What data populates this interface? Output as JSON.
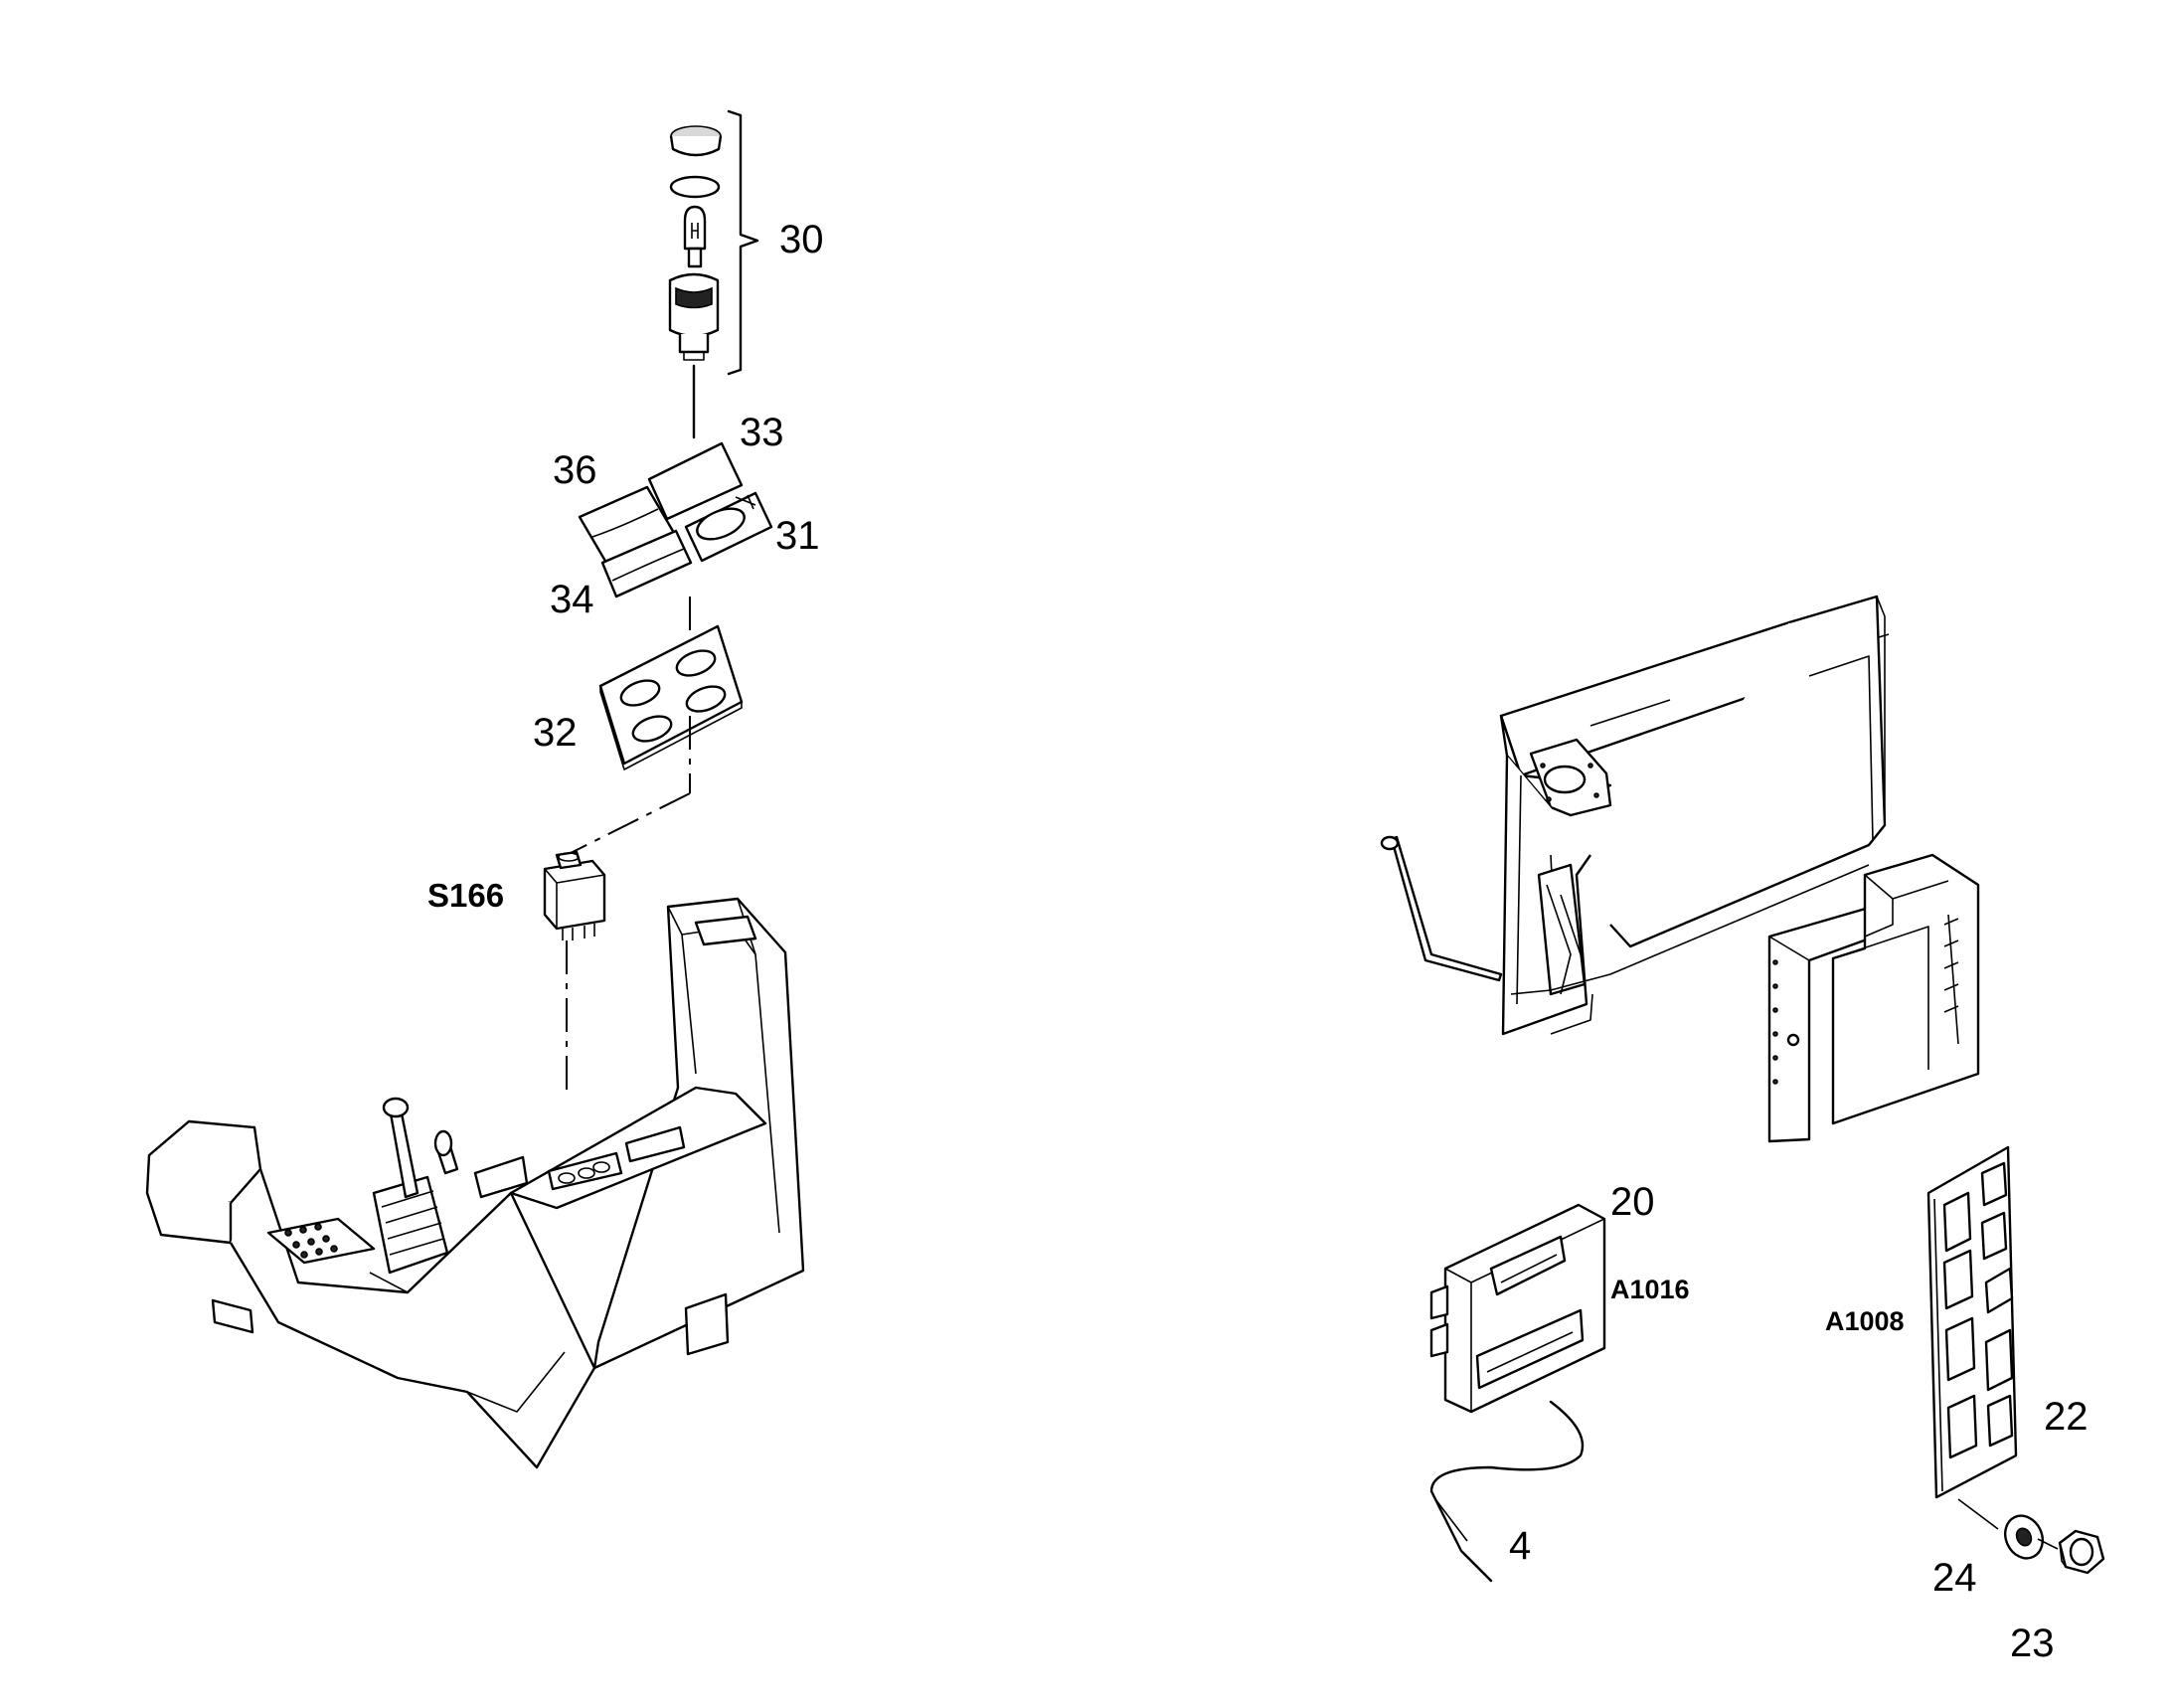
{
  "labels": {
    "p30": "30",
    "p33": "33",
    "p36": "36",
    "p31": "31",
    "p34": "34",
    "p32": "32",
    "s166": "S166",
    "p20": "20",
    "a1016": "A1016",
    "a1008": "A1008",
    "p22": "22",
    "p4": "4",
    "p24": "24",
    "p23": "23"
  }
}
